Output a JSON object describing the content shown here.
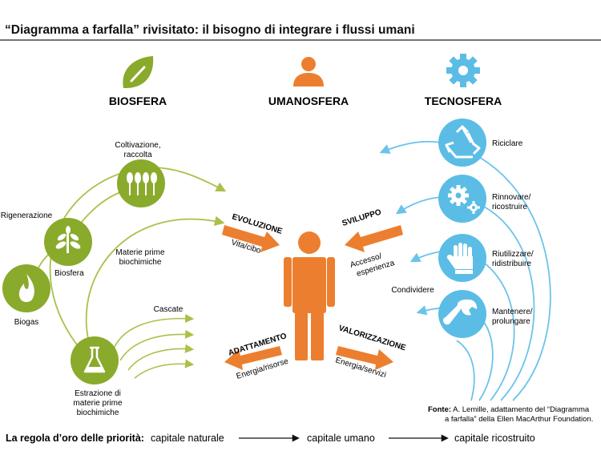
{
  "title": "“Diagramma a farfalla” rivisitato: il bisogno di integrare i flussi umani",
  "spheres": {
    "bio": {
      "label": "BIOSFERA",
      "icon": "leaf-icon"
    },
    "human": {
      "label": "UMANOSFERA",
      "icon": "person-icon"
    },
    "tech": {
      "label": "TECNOSFERA",
      "icon": "gear-icon"
    }
  },
  "bio_nodes": {
    "coltivazione": {
      "label_1": "Coltivazione,",
      "label_2": "raccolta",
      "icon": "wheat-icon"
    },
    "biosfera": {
      "label_above": "Rigenerazione",
      "label": "Biosfera",
      "icon": "plant-icon"
    },
    "biogas": {
      "label": "Biogas",
      "icon": "flame-icon"
    },
    "estrazione": {
      "label_1": "Estrazione di",
      "label_2": "materie prime",
      "label_3": "biochimiche",
      "icon": "flask-icon"
    }
  },
  "bio_labels": {
    "materie_1": "Materie prime",
    "materie_2": "biochimiche",
    "cascate": "Cascate"
  },
  "tech_nodes": {
    "riciclare": {
      "label": "Riciclare",
      "icon": "recycle-icon"
    },
    "rinnovare": {
      "label_1": "Rinnovare/",
      "label_2": "ricostruire",
      "icon": "gears-icon"
    },
    "riutilizzare": {
      "label_1": "Riutilizzare/",
      "label_2": "ridistribuire",
      "icon": "glove-icon"
    },
    "mantenere": {
      "label_1": "Mantenere/",
      "label_2": "prolungare",
      "icon": "wrench-icon"
    },
    "condividere": "Condividere"
  },
  "flows": {
    "evoluzione": {
      "title": "EVOLUZIONE",
      "sub": "Vita/cibo"
    },
    "sviluppo": {
      "title": "SVILUPPO",
      "sub_1": "Accesso/",
      "sub_2": "esperienza"
    },
    "adattamento": {
      "title": "ADATTAMENTO",
      "sub": "Energia/risorse"
    },
    "valorizzazione": {
      "title": "VALORIZZAZIONE",
      "sub": "Energia/servizi"
    }
  },
  "source": {
    "prefix": "Fonte:",
    "line_1": " A. Lemille, adattamento del “Diagramma",
    "line_2": "a farfalla” della Ellen MacArthur Foundation."
  },
  "rule": {
    "label": "La regola d’oro delle priorità:",
    "step_1": "capitale naturale",
    "step_2": "capitale umano",
    "step_3": "capitale ricostruito"
  },
  "colors": {
    "green": "#8aaa2c",
    "green_light": "#a9c14a",
    "orange": "#ec7f2f",
    "blue": "#5bbde6",
    "blue_light": "#9fd6ee"
  }
}
